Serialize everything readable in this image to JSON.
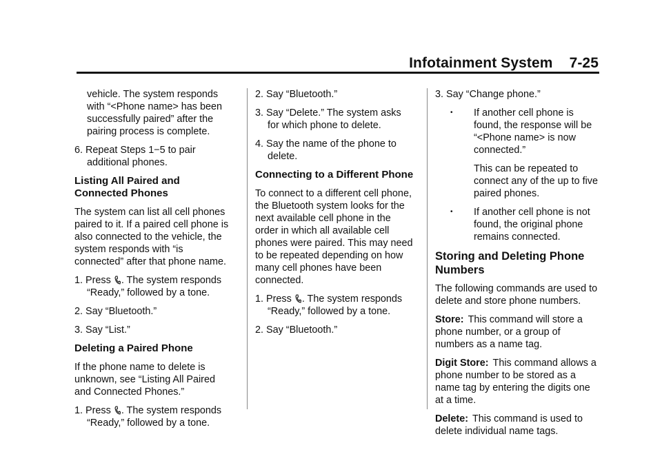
{
  "header": {
    "title": "Infotainment System",
    "page": "7-25"
  },
  "col1": {
    "cont_text": "vehicle. The system responds with “<Phone name> has been successfully paired” after the pairing process is complete.",
    "step6_num": "6.",
    "step6_text": "Repeat Steps 1−5 to pair additional phones.",
    "listing_heading": "Listing All Paired and Connected Phones",
    "listing_body": "The system can list all cell phones paired to it. If a paired cell phone is also connected to the vehicle, the system responds with “is connected” after that phone name.",
    "list_step1_num": "1.",
    "list_step1_press": "Press",
    "list_step1_after": ". The system responds",
    "list_step1_cont": "“Ready,” followed by a tone.",
    "list_step2": "2.  Say “Bluetooth.”",
    "list_step3": "3.  Say “List.”",
    "deleting_heading": "Deleting a Paired Phone",
    "deleting_body": "If the phone name to delete is unknown, see “Listing All Paired and Connected Phones.”",
    "del_step1_num": "1.",
    "del_step1_press": "Press",
    "del_step1_after": ". The system responds",
    "del_step1_cont": "“Ready,” followed by a tone."
  },
  "col2": {
    "del_step2": "2.  Say “Bluetooth.”",
    "del_step3_num": "3.",
    "del_step3_text": "Say “Delete.” The system asks for which phone to delete.",
    "del_step4_num": "4.",
    "del_step4_text": "Say the name of the phone to delete.",
    "connect_heading": "Connecting to a Different Phone",
    "connect_body": "To connect to a different cell phone, the Bluetooth system looks for the next available cell phone in the order in which all available cell phones were paired. This may need to be repeated depending on how many cell phones have been connected.",
    "con_step1_num": "1.",
    "con_step1_press": "Press",
    "con_step1_after": ". The system responds",
    "con_step1_cont": "“Ready,” followed by a tone.",
    "con_step2": "2.  Say “Bluetooth.”"
  },
  "col3": {
    "con_step3": "3.  Say “Change phone.”",
    "bullet1": "If another cell phone is found, the response will be “<Phone name> is now connected.”",
    "bullet1_note": "This can be repeated to connect any of the up to five paired phones.",
    "bullet2": "If another cell phone is not found, the original phone remains connected.",
    "storing_heading": "Storing and Deleting Phone Numbers",
    "storing_body": "The following commands are used to delete and store phone numbers.",
    "store_label": "Store:",
    "store_text": "This command will store a phone number, or a group of numbers as a name tag.",
    "digit_label": "Digit Store:",
    "digit_text": "This command allows a phone number to be stored as a name tag by entering the digits one at a time.",
    "delete_label": "Delete:",
    "delete_text": "This command is used to delete individual name tags."
  },
  "bullet_glyph": "•",
  "icons": {
    "push_to_talk": "push-to-talk-icon"
  }
}
